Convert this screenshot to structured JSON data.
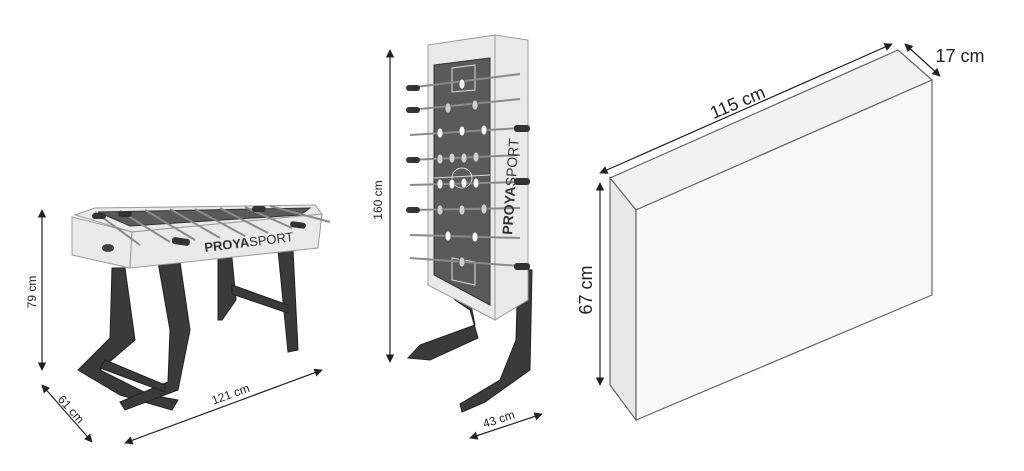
{
  "brand": {
    "prefix": "PROYA",
    "suffix": "SPORT"
  },
  "dimensions": {
    "table_height": "79 cm",
    "table_depth": "61 cm",
    "table_length": "121 cm",
    "folded_height": "160 cm",
    "folded_depth": "43 cm",
    "box_length": "115 cm",
    "box_width": "17 cm",
    "box_height": "67 cm"
  }
}
